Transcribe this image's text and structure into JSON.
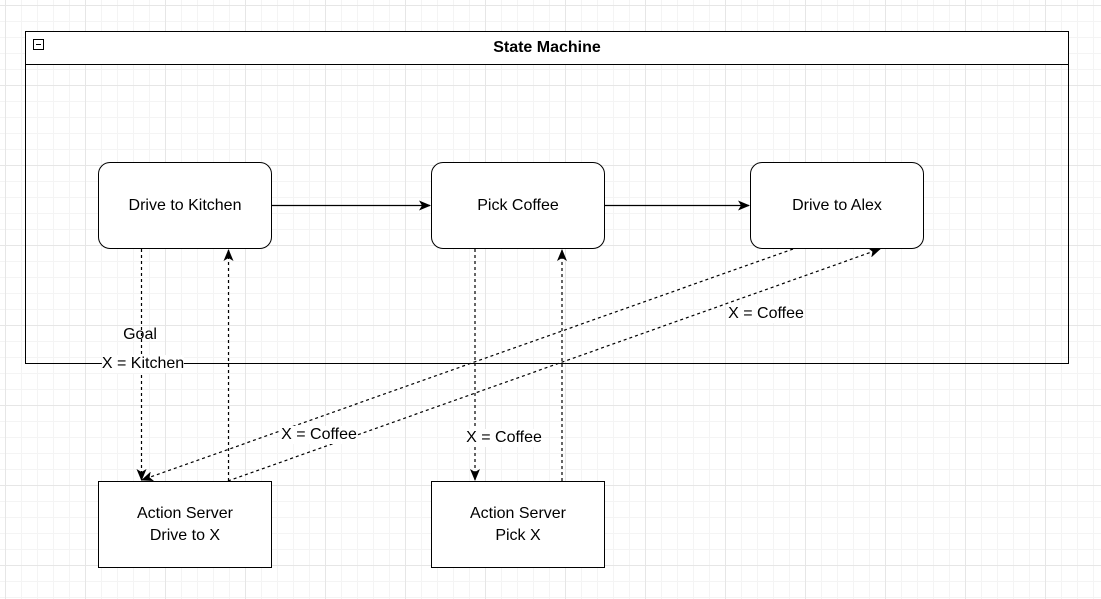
{
  "container": {
    "title": "State Machine",
    "collapse_icon": "minus-box-icon"
  },
  "states": {
    "drive_kitchen": "Drive to Kitchen",
    "pick_coffee": "Pick Coffee",
    "drive_alex": "Drive to Alex"
  },
  "servers": {
    "drive": {
      "line1": "Action Server",
      "line2": "Drive to X"
    },
    "pick": {
      "line1": "Action Server",
      "line2": "Pick X"
    }
  },
  "labels": {
    "goal": "Goal",
    "x_kitchen": "X = Kitchen",
    "x_coffee_pick": "X = Coffee",
    "x_coffee_drive_back": "X = Coffee",
    "x_coffee_alex": "X = Coffee"
  },
  "colors": {
    "line": "#000000",
    "background": "#ffffff",
    "grid": "#e6e6e6"
  }
}
